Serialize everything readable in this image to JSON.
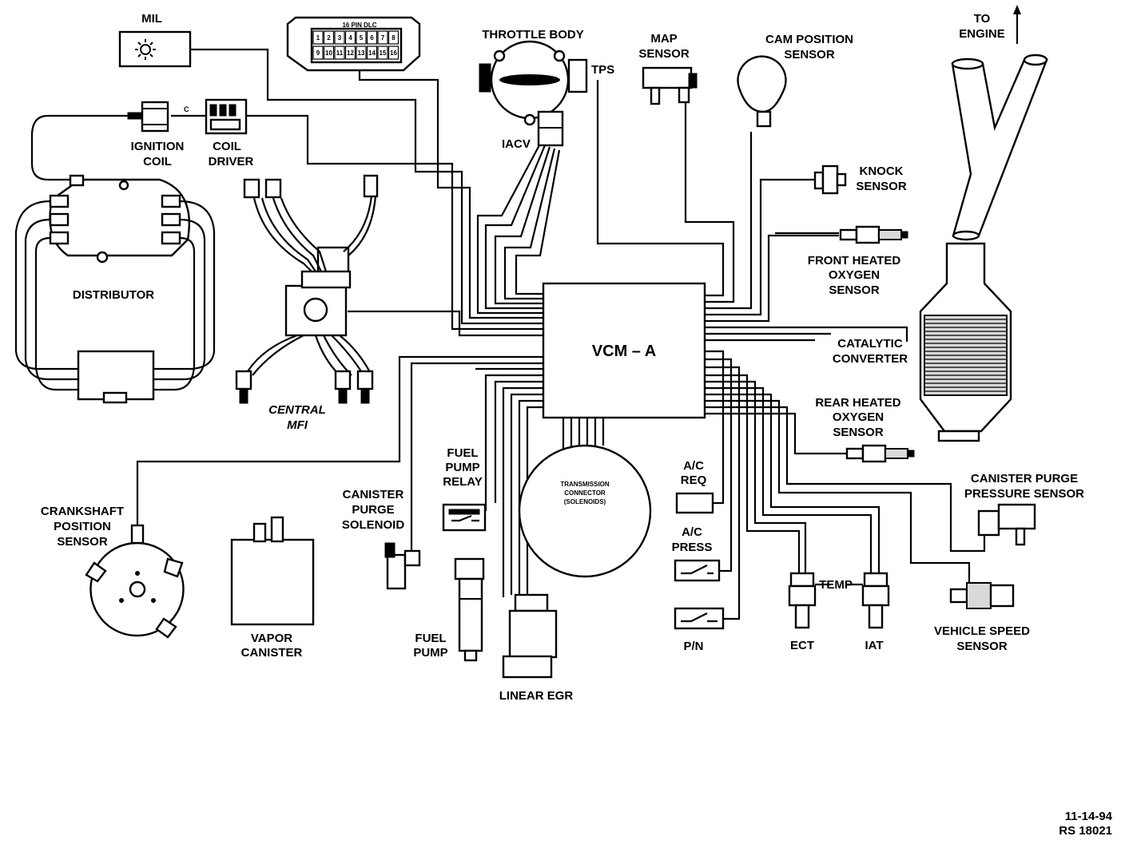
{
  "diagram": {
    "ecu": "VCM – A",
    "labels": {
      "mil": "MIL",
      "dlc": "16 PIN DLC",
      "throttle_body": "THROTTLE BODY",
      "tps": "TPS",
      "iacv": "IACV",
      "map_sensor": [
        "MAP",
        "SENSOR"
      ],
      "cam_position": [
        "CAM POSITION",
        "SENSOR"
      ],
      "to_engine": [
        "TO",
        "ENGINE"
      ],
      "ignition_coil": [
        "IGNITION",
        "COIL"
      ],
      "coil_driver": [
        "COIL",
        "DRIVER"
      ],
      "coil_marker": "C",
      "knock_sensor": [
        "KNOCK",
        "SENSOR"
      ],
      "front_o2": [
        "FRONT HEATED",
        "OXYGEN",
        "SENSOR"
      ],
      "distributor": "DISTRIBUTOR",
      "central_mfi": [
        "CENTRAL",
        "MFI"
      ],
      "catalytic_converter": [
        "CATALYTIC",
        "CONVERTER"
      ],
      "rear_o2": [
        "REAR HEATED",
        "OXYGEN",
        "SENSOR"
      ],
      "fuel_pump_relay": [
        "FUEL",
        "PUMP",
        "RELAY"
      ],
      "canister_purge_solenoid": [
        "CANISTER",
        "PURGE",
        "SOLENOID"
      ],
      "transmission_connector": [
        "TRANSMISSION",
        "CONNECTOR",
        "(SOLENOIDS)"
      ],
      "ac_req": [
        "A/C",
        "REQ"
      ],
      "ac_press": [
        "A/C",
        "PRESS"
      ],
      "canister_purge_pressure": [
        "CANISTER PURGE",
        "PRESSURE SENSOR"
      ],
      "crankshaft_position": [
        "CRANKSHAFT",
        "POSITION",
        "SENSOR"
      ],
      "temp": "TEMP",
      "ect": "ECT",
      "iat": "IAT",
      "vehicle_speed": [
        "VEHICLE SPEED",
        "SENSOR"
      ],
      "vapor_canister": [
        "VAPOR",
        "CANISTER"
      ],
      "fuel_pump": [
        "FUEL",
        "PUMP"
      ],
      "pn": "P/N",
      "linear_egr": "LINEAR EGR"
    },
    "dlc_pins_top": [
      "1",
      "2",
      "3",
      "4",
      "5",
      "6",
      "7",
      "8"
    ],
    "dlc_pins_bottom": [
      "9",
      "10",
      "11",
      "12",
      "13",
      "14",
      "15",
      "16"
    ],
    "footer": [
      "11-14-94",
      "RS 18021"
    ]
  }
}
